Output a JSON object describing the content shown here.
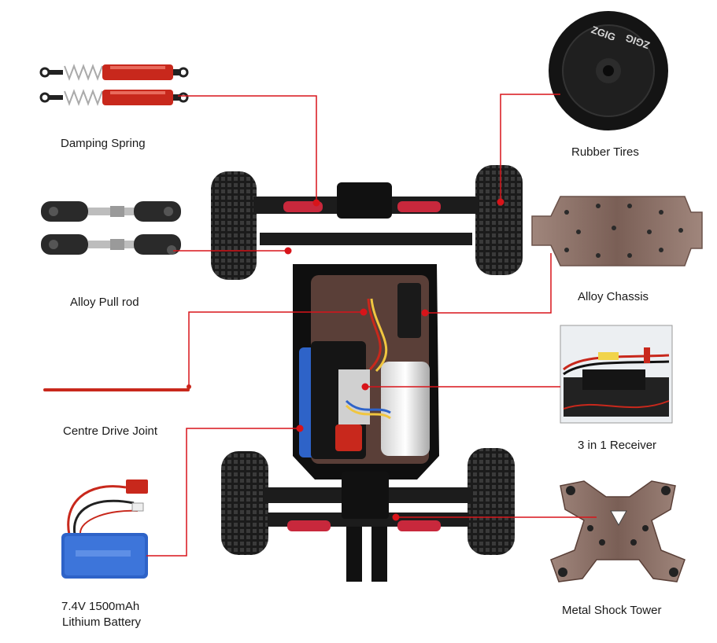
{
  "labels": {
    "damping_spring": "Damping Spring",
    "alloy_pull_rod": "Alloy Pull rod",
    "centre_drive_joint": "Centre Drive Joint",
    "battery_line1": "7.4V 1500mAh",
    "battery_line2": "Lithium Battery",
    "rubber_tires": "Rubber Tires",
    "alloy_chassis": "Alloy Chassis",
    "receiver": "3 in 1 Receiver",
    "shock_tower": "Metal Shock Tower"
  },
  "tire_brand": "ZGIG",
  "colors": {
    "leader": "#d8141a",
    "accent_red": "#d8141a",
    "chassis_metal": "#8d6f66",
    "battery_blue": "#2e63c8"
  }
}
